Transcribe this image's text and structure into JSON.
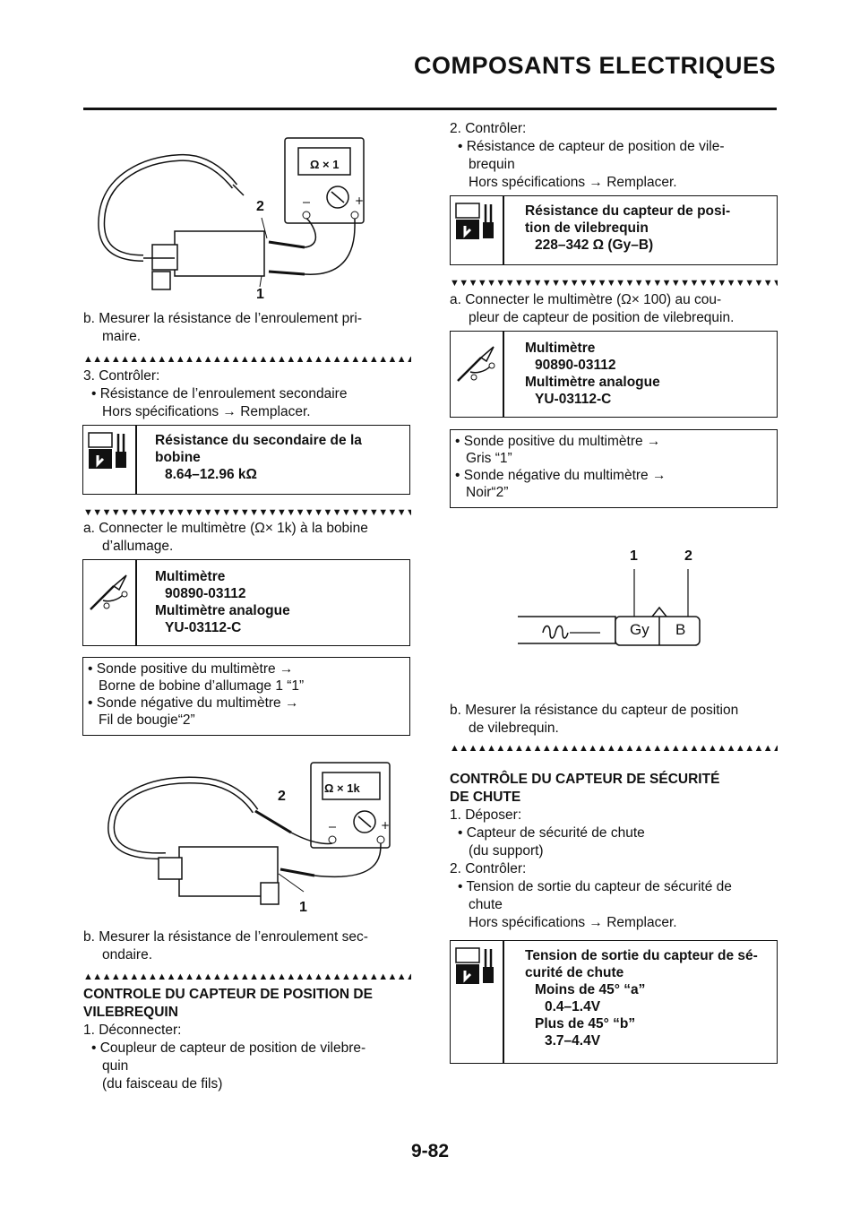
{
  "header": {
    "title": "COMPOSANTS ELECTRIQUES"
  },
  "left": {
    "fig1_labels": {
      "ohm_scale": "Ω × 1",
      "l2": "2",
      "l1": "1"
    },
    "step_b1": [
      "b.  Mesurer la résistance de l’enroulement pri-",
      "maire."
    ],
    "step3": {
      "title": "3.  Contrôler:",
      "bullet": "• Résistance de l’enroulement secondaire",
      "action": "Hors spécifications → Remplacer."
    },
    "spec1": {
      "title1": "Résistance du secondaire de la",
      "title2": "bobine",
      "value": "8.64–12.96 kΩ"
    },
    "step_a": [
      "a.  Connecter le multimètre (Ω× 1k) à la bobine",
      "d’allumage."
    ],
    "tool1": {
      "name": "Multimètre",
      "code": "90890-03112",
      "name2": "Multimètre analogue",
      "code2": "YU-03112-C"
    },
    "probe1": [
      "• Sonde positive du multimètre →",
      "Borne de bobine d’allumage 1 “1”",
      "• Sonde négative du multimètre →",
      "Fil de bougie“2”"
    ],
    "fig2_labels": {
      "ohm_scale": "Ω × 1k",
      "l2": "2",
      "l1": "1"
    },
    "step_b2": [
      "b.  Mesurer la résistance de l’enroulement sec-",
      "ondaire."
    ],
    "section": {
      "title1": "CONTROLE DU CAPTEUR DE POSITION DE",
      "title2": "VILEBREQUIN"
    },
    "step1": {
      "title": "1.  Déconnecter:",
      "bullet": "• Coupleur de capteur de position de vilebre-",
      "l2": "quin",
      "l3": "(du faisceau de fils)"
    }
  },
  "right": {
    "step2": {
      "title": "2.  Contrôler:",
      "bullet": "• Résistance de capteur de position de vile-",
      "l2": "brequin",
      "action": "Hors spécifications → Remplacer."
    },
    "spec2": {
      "title1": "Résistance du capteur de posi-",
      "title2": "tion de vilebrequin",
      "value": "228–342 Ω  (Gy–B)"
    },
    "step_a": [
      "a.  Connecter le multimètre (Ω× 100) au cou-",
      "pleur de capteur de position de vilebrequin."
    ],
    "tool2": {
      "name": "Multimètre",
      "code": "90890-03112",
      "name2": "Multimètre analogue",
      "code2": "YU-03112-C"
    },
    "probe2": [
      "• Sonde positive du multimètre →",
      "Gris “1”",
      "• Sonde négative du multimètre →",
      "Noir“2”"
    ],
    "fig3": {
      "l1": "1",
      "l2": "2",
      "gy": "Gy",
      "b": "B"
    },
    "step_b": [
      "b.  Mesurer la résistance du capteur de position",
      "de vilebrequin."
    ],
    "section": {
      "title1": "CONTRÔLE DU CAPTEUR DE SÉCURITÉ",
      "title2": "DE CHUTE"
    },
    "step1": {
      "title": "1.  Déposer:",
      "bullet": "• Capteur de sécurité de chute",
      "l2": "(du support)"
    },
    "step2b": {
      "title": "2.  Contrôler:",
      "bullet": "• Tension de sortie du capteur de sécurité de",
      "l2": "chute",
      "action": "Hors spécifications → Remplacer."
    },
    "spec3": {
      "title1": "Tension de sortie du capteur de sé-",
      "title2": "curité de chute",
      "a_label": "Moins de 45° “a”",
      "a_val": "0.4–1.4V",
      "b_label": "Plus de 45° “b”",
      "b_val": "3.7–4.4V"
    }
  },
  "markers": {
    "up": "▲▲▲▲▲▲▲▲▲▲▲▲▲▲▲▲▲▲▲▲▲▲▲▲▲▲▲▲▲▲▲▲▲▲▲▲▲▲▲▲▲▲",
    "down": "▼▼▼▼▼▼▼▼▼▼▼▼▼▼▼▼▼▼▼▼▼▼▼▼▼▼▼▼▼▼▼▼▼▼▼▼▼▼▼▼▼▼"
  },
  "footer": {
    "page": "9-82"
  }
}
